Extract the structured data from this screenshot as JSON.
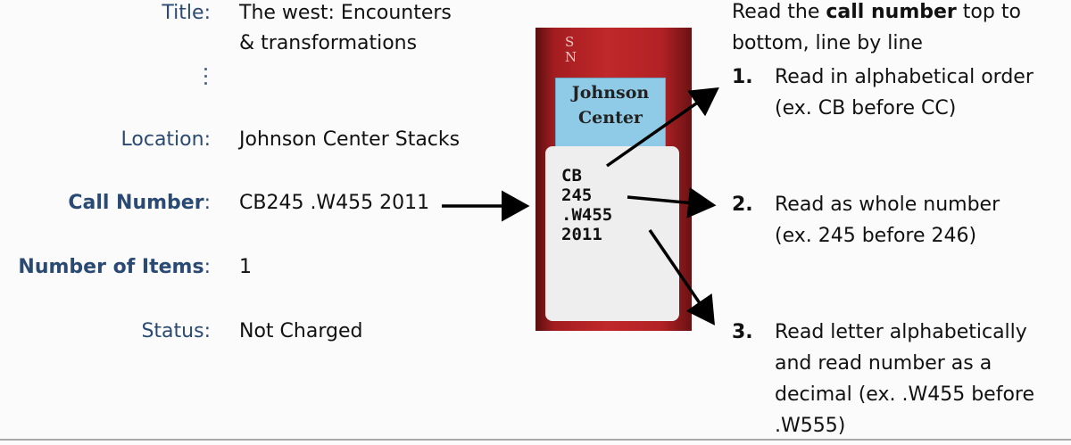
{
  "record": {
    "title_label": "Title",
    "title_line1": "The west: Encounters",
    "title_line2": "& transformations",
    "location_label": "Location",
    "location_value": "Johnson Center Stacks",
    "call_number_label": "Call Number",
    "call_number_value": "CB245 .W455 2011",
    "items_label": "Number of Items",
    "items_value": "1",
    "status_label": "Status",
    "status_value": "Not Charged",
    "colon": ":"
  },
  "spine": {
    "top_letters": [
      "S",
      "N"
    ],
    "location_sticker": [
      "Johnson",
      "Center"
    ],
    "call_lines": [
      "CB",
      "245",
      ".W455",
      "2011"
    ]
  },
  "instructions": {
    "intro_pre": "Read the ",
    "intro_bold": "call number",
    "intro_post": " top to",
    "intro_line2": "bottom, line by line",
    "steps": [
      {
        "number": "1.",
        "lines": [
          "Read in alphabetical order",
          "(ex. CB before CC)"
        ]
      },
      {
        "number": "2.",
        "lines": [
          "Read as whole number",
          "(ex. 245 before 246)"
        ]
      },
      {
        "number": "3.",
        "lines": [
          "Read letter alphabetically",
          "and read number as a",
          "decimal (ex. .W455 before",
          ".W555)"
        ]
      }
    ]
  },
  "colors": {
    "label": "#2a4a74",
    "text": "#111111",
    "spine": "#c0282a",
    "sticker": "#8fcbe6"
  }
}
